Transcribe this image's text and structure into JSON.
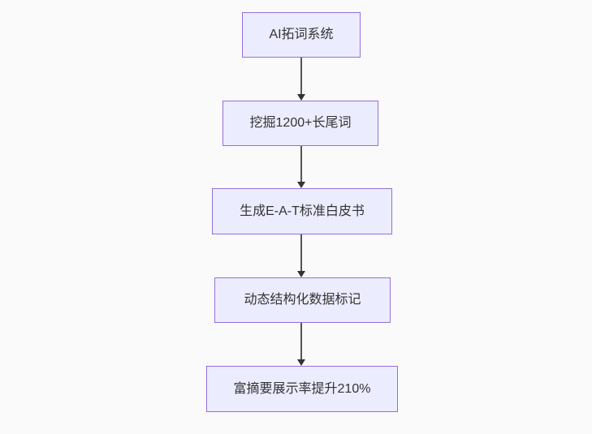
{
  "flowchart": {
    "nodes": [
      {
        "label": "AI拓词系统"
      },
      {
        "label": "挖掘1200+长尾词"
      },
      {
        "label": "生成E-A-T标准白皮书"
      },
      {
        "label": "动态结构化数据标记"
      },
      {
        "label": "富摘要展示率提升210%"
      }
    ],
    "edges": [
      {
        "from": "AI拓词系统",
        "to": "挖掘1200+长尾词"
      },
      {
        "from": "挖掘1200+长尾词",
        "to": "生成E-A-T标准白皮书"
      },
      {
        "from": "生成E-A-T标准白皮书",
        "to": "动态结构化数据标记"
      },
      {
        "from": "动态结构化数据标记",
        "to": "富摘要展示率提升210%"
      }
    ],
    "colors": {
      "background": "#fafafa",
      "node_fill": "#ececff",
      "node_border": "#9370db",
      "text": "#333333",
      "arrow_line": "#555555",
      "arrow_head": "#333333"
    }
  }
}
